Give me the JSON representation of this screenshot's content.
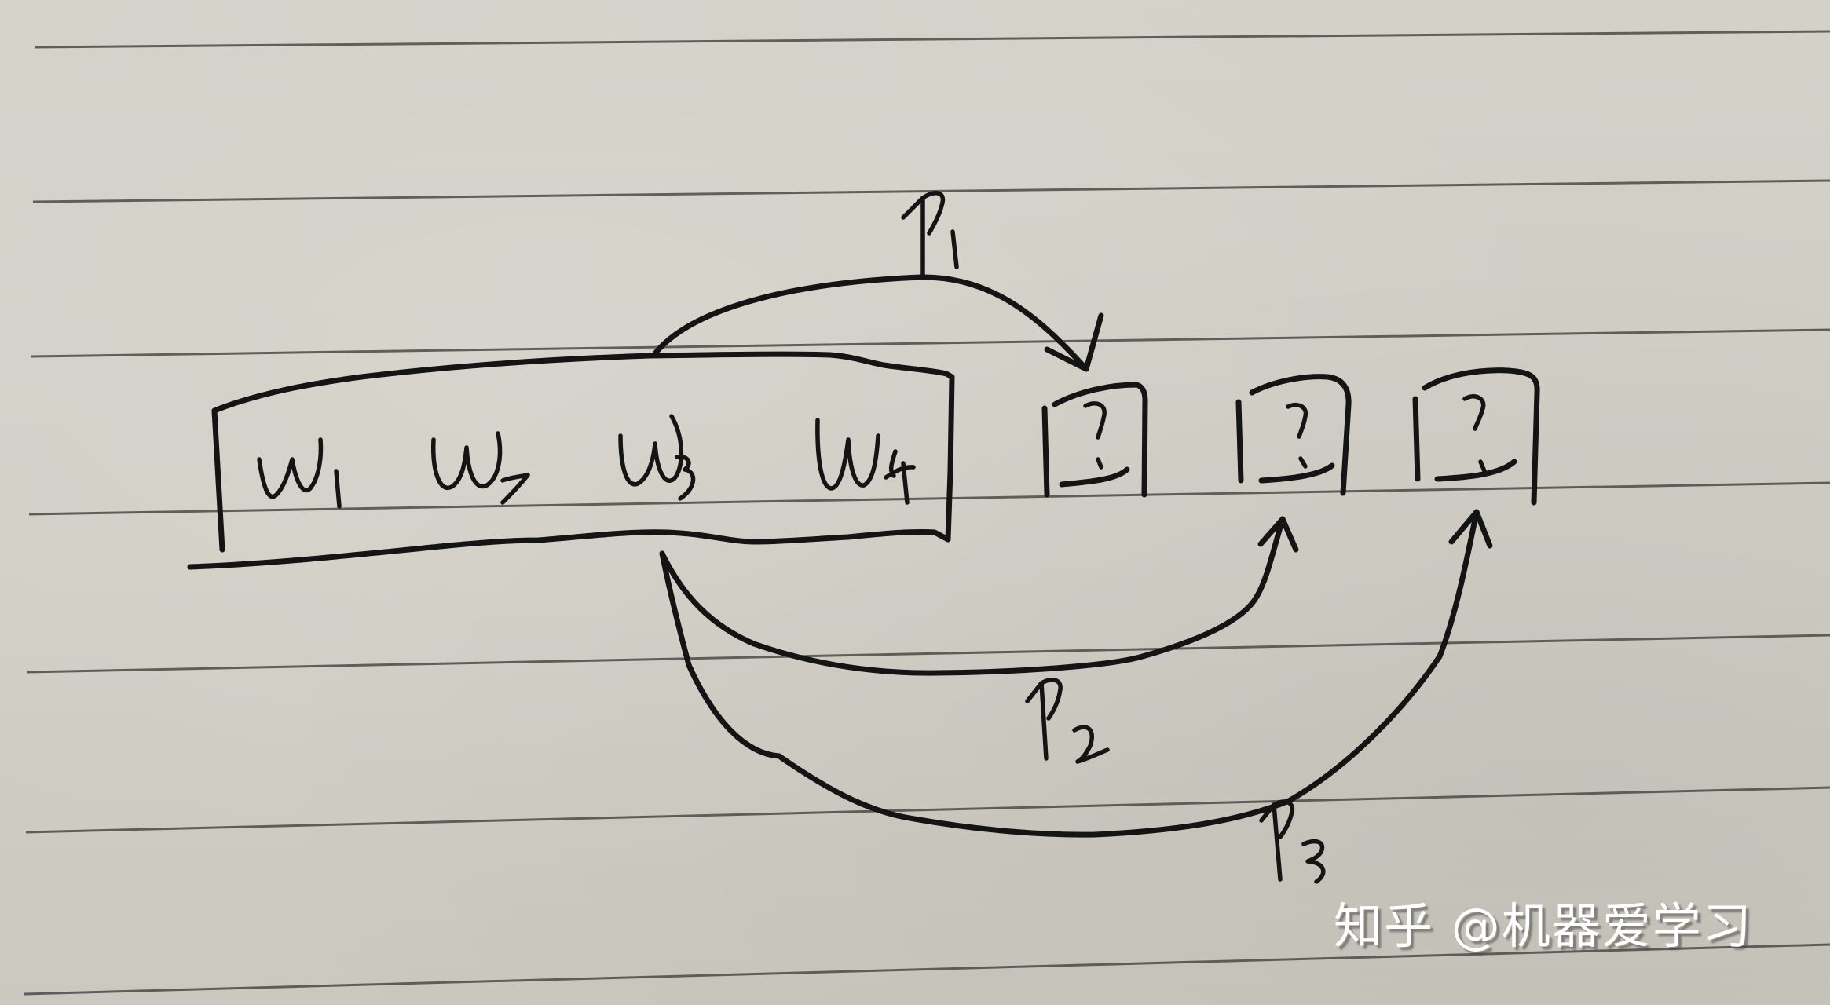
{
  "diagram": {
    "title": "",
    "paper": {
      "type": "lined notebook paper",
      "background": "#d1cfc6",
      "rule_color": "#4a4a48",
      "ink_color": "#141414"
    },
    "context_window": {
      "tokens": [
        {
          "id": "w1",
          "label": "w",
          "subscript": "1"
        },
        {
          "id": "w2",
          "label": "w",
          "subscript": "2"
        },
        {
          "id": "w3",
          "label": "w",
          "subscript": "3"
        },
        {
          "id": "w4",
          "label": "w",
          "subscript": "4"
        }
      ]
    },
    "predicted_slots": [
      {
        "id": "slot1",
        "label": "?"
      },
      {
        "id": "slot2",
        "label": "?"
      },
      {
        "id": "slot3",
        "label": "?"
      }
    ],
    "edges": [
      {
        "from": "context_window",
        "to": "slot1",
        "label": "p",
        "subscript": "1",
        "direction": "above"
      },
      {
        "from": "context_window",
        "to": "slot2",
        "label": "p",
        "subscript": "2",
        "direction": "below"
      },
      {
        "from": "context_window",
        "to": "slot3",
        "label": "p",
        "subscript": "3",
        "direction": "below"
      }
    ]
  },
  "watermark": {
    "text": "知乎 @机器爱学习"
  }
}
